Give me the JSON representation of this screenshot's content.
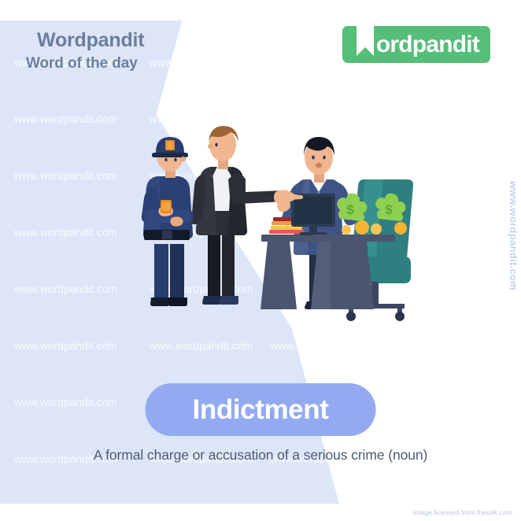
{
  "colors": {
    "background_light_blue": "#dde6f8",
    "background_white": "#ffffff",
    "brand_text": "#6b7e9e",
    "logo_green": "#55be79",
    "word_pill": "#94aaf0",
    "word_text": "#ffffff",
    "definition_text": "#4e5b72",
    "credit_text": "#b9c6dd",
    "police_uniform": "#273d6e",
    "suit_dark": "#2c2f38",
    "suit_navy": "#3f5486",
    "chair_teal": "#2e7f80",
    "desk_navy": "#4a5570",
    "badge_gold": "#e88b2c",
    "money_green": "#8ed04f",
    "coin_gold": "#f5b335"
  },
  "header": {
    "brand_title": "Wordpandit",
    "brand_subtitle": "Word of the day",
    "logo": {
      "mark_name": "bookmark-w-mark",
      "text": "ordpandit",
      "full_name": "Wordpandit"
    }
  },
  "illustration": {
    "name": "indictment-scene",
    "alt": "A police officer and a man in a suit pointing at a man standing behind an office desk with his hands raised, with money and a computer on the desk",
    "elements": [
      "police-officer",
      "pointing-man",
      "accused-man",
      "office-desk",
      "computer-monitor",
      "book-stack",
      "money-stacks",
      "office-chair"
    ]
  },
  "word": {
    "term": "Indictment",
    "definition": "A formal charge or accusation of a serious crime (noun)",
    "part_of_speech": "noun"
  },
  "footer": {
    "credit": "Image licensed from freepik.com"
  },
  "watermark": {
    "text": "www.wordpandit.com",
    "side_text": "www.wordpandit.com"
  }
}
